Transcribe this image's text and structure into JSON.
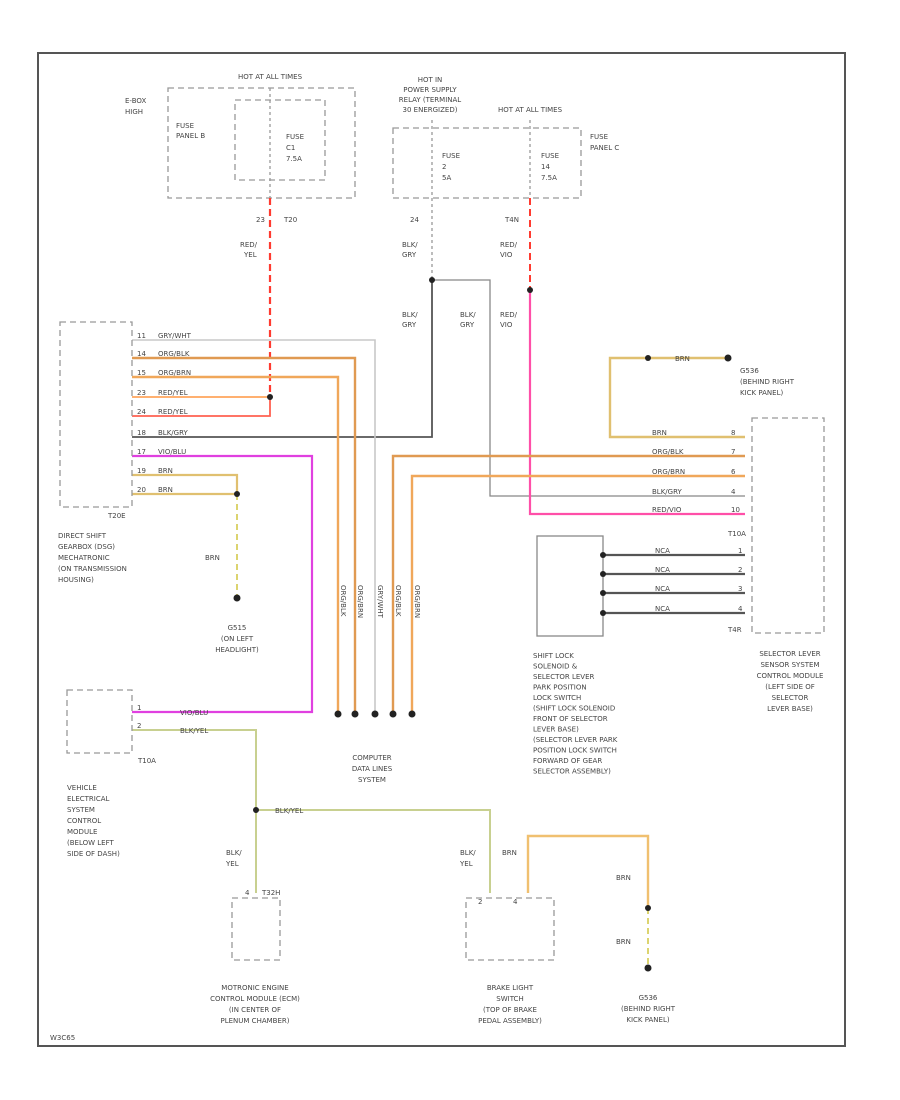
{
  "colors": {
    "red_yel": "#ff3b30",
    "org_blk": "#e09a52",
    "org_brn": "#f0a75a",
    "red_yel_light": "#ffb070",
    "blk_gry": "#555555",
    "vio_blu": "#e040e0",
    "red_vio": "#ff4fa8",
    "brn": "#e0c070",
    "blk_yel": "#c8d090",
    "gry_wht": "#c8c8c8",
    "gnd_dash": "#d8d060"
  },
  "fuses": {
    "hot_at_all_times_1": "HOT AT ALL TIMES",
    "ebox_label": [
      "E-BOX",
      "HIGH"
    ],
    "fuse_panel_b": [
      "FUSE",
      "PANEL B"
    ],
    "fuse_c1": [
      "FUSE",
      "C1",
      "7.5A"
    ],
    "hot_in_power": [
      "HOT IN",
      "POWER SUPPLY",
      "RELAY (TERMINAL",
      "30 ENERGIZED)"
    ],
    "hot_at_all_times_2": "HOT AT ALL TIMES",
    "fuse_2": [
      "FUSE",
      "2",
      "5A"
    ],
    "fuse_14": [
      "FUSE",
      "14",
      "7.5A"
    ],
    "fuse_panel_c": [
      "FUSE",
      "PANEL C"
    ]
  },
  "wire_labels": {
    "pin_23": "23",
    "t20": "T20",
    "red_yel": [
      "RED/",
      "YEL"
    ],
    "pin_24": "24",
    "blk_gry": [
      "BLK/",
      "GRY"
    ],
    "t4n": "T4N",
    "red_vio": [
      "RED/",
      "VIO"
    ],
    "blk_gry_2": [
      "BLK/",
      "GRY"
    ],
    "blk_gry_3": [
      "BLK/",
      "GRY"
    ],
    "red_vio_2": [
      "RED/",
      "VIO"
    ],
    "brn_top": "BRN",
    "brn_gnd": "BRN",
    "blk_yel_mid": "BLK/YEL",
    "blk_yel_left": [
      "BLK/",
      "YEL"
    ],
    "blk_yel_right": [
      "BLK/",
      "YEL"
    ],
    "brn_right": "BRN",
    "brn_right_2": "BRN",
    "brn_bottom": "BRN"
  },
  "dsg_pins": [
    {
      "pin": "11",
      "color": "GRY/WHT"
    },
    {
      "pin": "14",
      "color": "ORG/BLK"
    },
    {
      "pin": "15",
      "color": "ORG/BRN"
    },
    {
      "pin": "23",
      "color": "RED/YEL"
    },
    {
      "pin": "24",
      "color": "RED/YEL"
    },
    {
      "pin": "18",
      "color": "BLK/GRY"
    },
    {
      "pin": "17",
      "color": "VIO/BLU"
    },
    {
      "pin": "19",
      "color": "BRN"
    },
    {
      "pin": "20",
      "color": "BRN"
    }
  ],
  "dsg_connector": "T20E",
  "dsg_label": [
    "DIRECT SHIFT",
    "GEARBOX (DSG)",
    "MECHATRONIC",
    "(ON TRANSMISSION",
    "HOUSING)"
  ],
  "g_left": [
    "G515",
    "(ON LEFT",
    "HEADLIGHT)"
  ],
  "bus_wires": [
    "ORG/BLK",
    "ORG/BRN",
    "GRY/WHT",
    "ORG/BLK",
    "ORG/BRN"
  ],
  "computer_bus": [
    "COMPUTER",
    "DATA LINES",
    "SYSTEM"
  ],
  "g_top_right": [
    "G536",
    "(BEHIND RIGHT",
    "KICK PANEL)"
  ],
  "selector_pins": [
    {
      "pin": "8",
      "color": "BRN"
    },
    {
      "pin": "7",
      "color": "ORG/BLK"
    },
    {
      "pin": "6",
      "color": "ORG/BRN"
    },
    {
      "pin": "4",
      "color": "BLK/GRY"
    },
    {
      "pin": "10",
      "color": "RED/VIO"
    }
  ],
  "selector_connector_top": "T10A",
  "solenoid_pins": [
    {
      "pin": "1",
      "color": "NCA"
    },
    {
      "pin": "2",
      "color": "NCA"
    },
    {
      "pin": "3",
      "color": "NCA"
    },
    {
      "pin": "4",
      "color": "NCA"
    }
  ],
  "selector_connector_bottom": "T4R",
  "shift_lock_label": [
    "SHIFT LOCK",
    "SOLENOID &",
    "SELECTOR LEVER",
    "PARK POSITION",
    "LOCK SWITCH",
    "(SHIFT LOCK SOLENOID",
    "FRONT OF SELECTOR",
    "LEVER BASE)",
    "(SELECTOR LEVER PARK",
    "POSITION LOCK SWITCH",
    "FORWARD OF GEAR",
    "SELECTOR ASSEMBLY)"
  ],
  "selector_label": [
    "SELECTOR LEVER",
    "SENSOR SYSTEM",
    "CONTROL MODULE",
    "(LEFT SIDE OF",
    "SELECTOR",
    "LEVER BASE)"
  ],
  "ves_pins": [
    {
      "pin": "1",
      "color": "VIO/BLU"
    },
    {
      "pin": "2",
      "color": "BLK/YEL"
    }
  ],
  "ves_connector": "T10A",
  "ves_label": [
    "VEHICLE",
    "ELECTRICAL",
    "SYSTEM",
    "CONTROL",
    "MODULE",
    "(BELOW LEFT",
    "SIDE OF DASH)"
  ],
  "motronic_pins": [
    "4",
    "T32H"
  ],
  "motronic_label": [
    "MOTRONIC ENGINE",
    "CONTROL MODULE (ECM)",
    "(IN CENTER OF",
    "PLENUM CHAMBER)"
  ],
  "brake_pins": [
    "2",
    "4"
  ],
  "brake_label": [
    "BRAKE LIGHT",
    "SWITCH",
    "(TOP OF BRAKE",
    "PEDAL ASSEMBLY)"
  ],
  "g_bottom_right": [
    "G536",
    "(BEHIND RIGHT",
    "KICK PANEL)"
  ],
  "footer_code": "W3C65"
}
